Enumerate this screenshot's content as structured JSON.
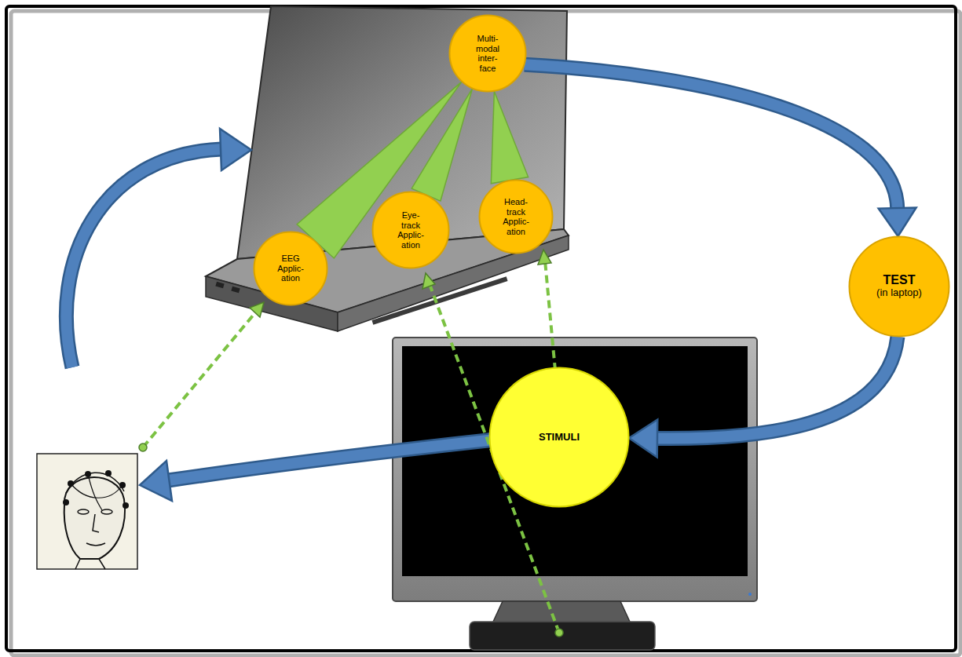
{
  "diagram": {
    "nodes": [
      {
        "text": [
          "Multi- modal inter- face"
        ]
      },
      {
        "text": [
          "EEG Applic- ation"
        ]
      },
      {
        "text": [
          "Eye- track Applic- ation"
        ]
      },
      {
        "text": [
          "Head- track Applic- ation"
        ]
      },
      {
        "text": [
          "TEST",
          "(in laptop)"
        ]
      },
      {
        "text": [
          "STIMULI"
        ]
      }
    ],
    "edges": [
      {
        "from": 1,
        "to": 0,
        "arrow": "to"
      },
      {
        "from": 2,
        "to": 0,
        "arrow": "to"
      },
      {
        "from": 3,
        "to": 0,
        "arrow": "to"
      },
      {
        "from": 0,
        "to": 4,
        "arrow": "to"
      },
      {
        "from": 4,
        "to": 5,
        "arrow": "to"
      }
    ]
  }
}
